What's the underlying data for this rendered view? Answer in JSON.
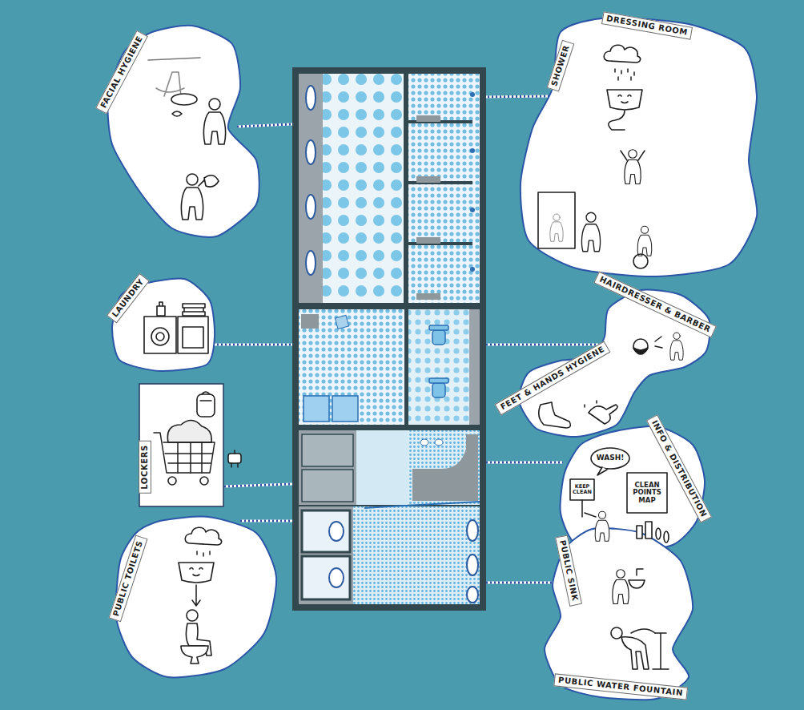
{
  "diagram": {
    "nodes": [
      {
        "text": [
          "FACIAL HYGIENE"
        ]
      },
      {
        "text": [
          "SHOWER",
          "DRESSING ROOM"
        ]
      },
      {
        "text": [
          "LAUNDRY"
        ]
      },
      {
        "text": [
          "HAIRDRESSER & BARBER",
          "FEET & HANDS HYGIENE"
        ]
      },
      {
        "text": [
          "LOCKERS"
        ]
      },
      {
        "text": [
          "INFO & DISTRIBUTION"
        ]
      },
      {
        "text": [
          "PUBLIC TOILETS"
        ]
      },
      {
        "text": [
          "PUBLIC SINK",
          "PUBLIC WATER FOUNTAIN"
        ]
      }
    ],
    "labels": [
      "WASH!",
      "CLEAN POINTS MAP",
      "KEEP CLEAN"
    ]
  }
}
